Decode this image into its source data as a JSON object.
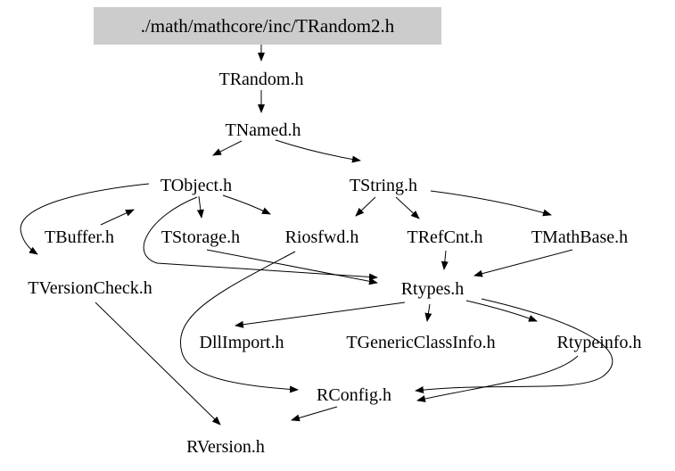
{
  "diagram": {
    "type": "include-dependency-graph",
    "root": {
      "label": "./math/mathcore/inc/TRandom2.h"
    },
    "colors": {
      "root_box_bg": "#cccccc",
      "edge": "#000000",
      "text": "#000000",
      "background": "#ffffff"
    },
    "nodes": [
      {
        "id": "TRandom2.h",
        "label": "./math/mathcore/inc/TRandom2.h"
      },
      {
        "id": "TRandom.h",
        "label": "TRandom.h"
      },
      {
        "id": "TNamed.h",
        "label": "TNamed.h"
      },
      {
        "id": "TObject.h",
        "label": "TObject.h"
      },
      {
        "id": "TString.h",
        "label": "TString.h"
      },
      {
        "id": "TBuffer.h",
        "label": "TBuffer.h"
      },
      {
        "id": "TStorage.h",
        "label": "TStorage.h"
      },
      {
        "id": "Riosfwd.h",
        "label": "Riosfwd.h"
      },
      {
        "id": "TRefCnt.h",
        "label": "TRefCnt.h"
      },
      {
        "id": "TMathBase.h",
        "label": "TMathBase.h"
      },
      {
        "id": "TVersionCheck.h",
        "label": "TVersionCheck.h"
      },
      {
        "id": "Rtypes.h",
        "label": "Rtypes.h"
      },
      {
        "id": "DllImport.h",
        "label": "DllImport.h"
      },
      {
        "id": "TGenericClassInfo.h",
        "label": "TGenericClassInfo.h"
      },
      {
        "id": "Rtypeinfo.h",
        "label": "Rtypeinfo.h"
      },
      {
        "id": "RConfig.h",
        "label": "RConfig.h"
      },
      {
        "id": "RVersion.h",
        "label": "RVersion.h"
      }
    ],
    "edges": [
      {
        "from": "TRandom2.h",
        "to": "TRandom.h"
      },
      {
        "from": "TRandom.h",
        "to": "TNamed.h"
      },
      {
        "from": "TNamed.h",
        "to": "TObject.h"
      },
      {
        "from": "TNamed.h",
        "to": "TString.h"
      },
      {
        "from": "TObject.h",
        "to": "TStorage.h"
      },
      {
        "from": "TObject.h",
        "to": "Riosfwd.h"
      },
      {
        "from": "TObject.h",
        "to": "TVersionCheck.h"
      },
      {
        "from": "TObject.h",
        "to": "Rtypes.h"
      },
      {
        "from": "TBuffer.h",
        "to": "TObject.h"
      },
      {
        "from": "TString.h",
        "to": "Riosfwd.h"
      },
      {
        "from": "TString.h",
        "to": "TRefCnt.h"
      },
      {
        "from": "TString.h",
        "to": "TMathBase.h"
      },
      {
        "from": "TStorage.h",
        "to": "Rtypes.h"
      },
      {
        "from": "TRefCnt.h",
        "to": "Rtypes.h"
      },
      {
        "from": "TMathBase.h",
        "to": "Rtypes.h"
      },
      {
        "from": "Riosfwd.h",
        "to": "RConfig.h"
      },
      {
        "from": "Rtypes.h",
        "to": "DllImport.h"
      },
      {
        "from": "Rtypes.h",
        "to": "TGenericClassInfo.h"
      },
      {
        "from": "Rtypes.h",
        "to": "Rtypeinfo.h"
      },
      {
        "from": "Rtypes.h",
        "to": "RConfig.h"
      },
      {
        "from": "Rtypeinfo.h",
        "to": "RConfig.h"
      },
      {
        "from": "RConfig.h",
        "to": "RVersion.h"
      },
      {
        "from": "TVersionCheck.h",
        "to": "RVersion.h"
      }
    ]
  }
}
